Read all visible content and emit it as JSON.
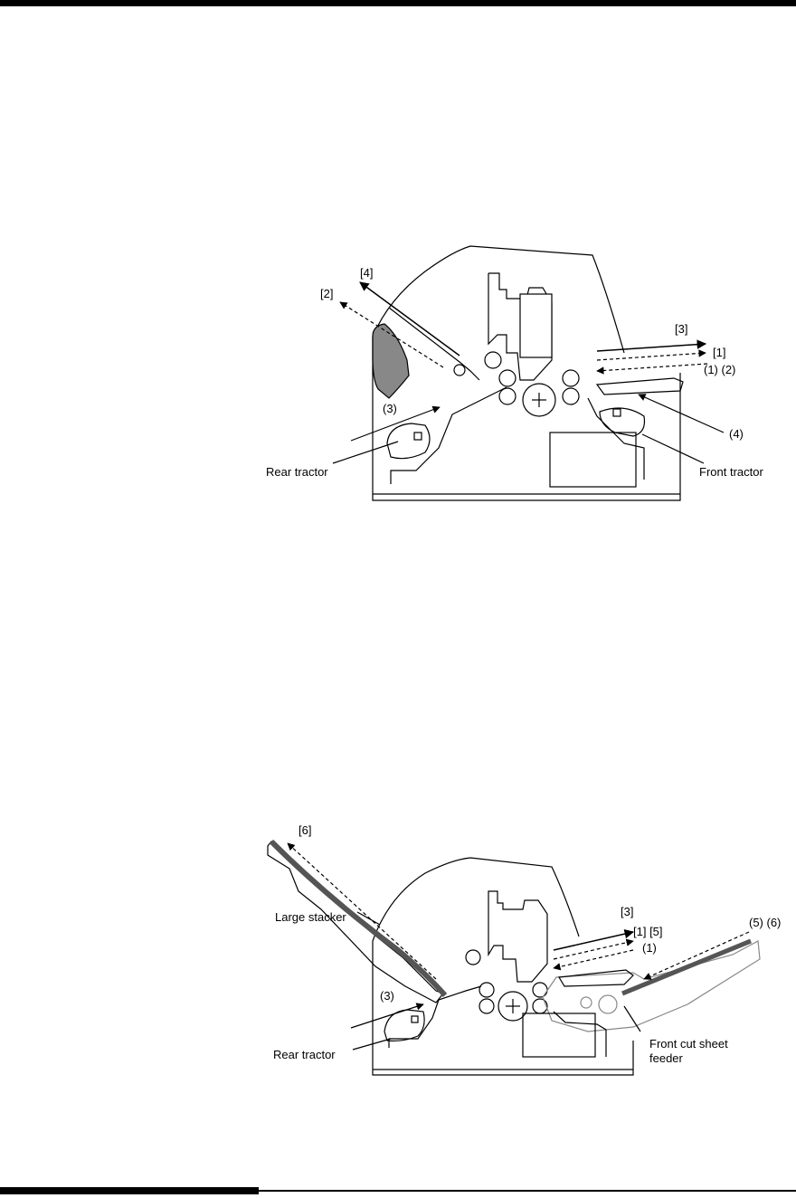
{
  "diagram1": {
    "labels": {
      "l4": "[4]",
      "l2": "[2]",
      "l3": "[3]",
      "l1": "[1]",
      "p12": "(1) (2)",
      "p3": "(3)",
      "p4": "(4)",
      "rear_tractor": "Rear tractor",
      "front_tractor": "Front tractor"
    }
  },
  "diagram2": {
    "labels": {
      "l6": "[6]",
      "large_stacker": "Large stacker",
      "l3": "[3]",
      "l1_5": "[1] [5]",
      "p1": "(1)",
      "p56": "(5) (6)",
      "p3": "(3)",
      "rear_tractor": "Rear tractor",
      "front_feeder_line1": "Front cut sheet",
      "front_feeder_line2": "feeder"
    }
  }
}
